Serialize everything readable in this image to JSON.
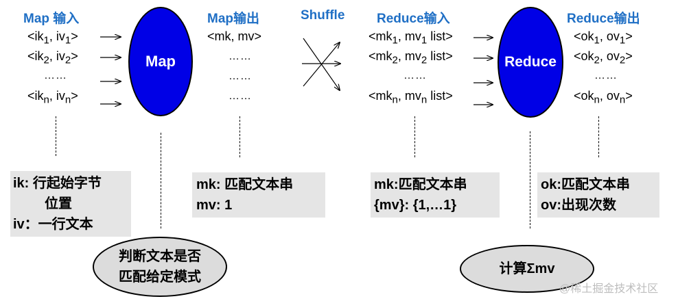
{
  "headers": {
    "map_input": "Map 输入",
    "map_output": "Map输出",
    "shuffle": "Shuffle",
    "reduce_input": "Reduce输入",
    "reduce_output": "Reduce输出"
  },
  "map_input_rows": [
    {
      "k": "ik",
      "ks": "1",
      "v": "iv",
      "vs": "1"
    },
    {
      "k": "ik",
      "ks": "2",
      "v": "iv",
      "vs": "2"
    },
    {
      "k": "ik",
      "ks": "n",
      "v": "iv",
      "vs": "n"
    }
  ],
  "map_output_row": "<mk, mv>",
  "reduce_input_rows": [
    {
      "k": "mk",
      "ks": "1",
      "v": "mv",
      "vs": "1",
      "tail": "list"
    },
    {
      "k": "mk",
      "ks": "2",
      "v": "mv",
      "vs": "2",
      "tail": "list"
    },
    {
      "k": "mk",
      "ks": "n",
      "v": "mv",
      "vs": "n",
      "tail": "list"
    }
  ],
  "reduce_output_rows": [
    {
      "k": "ok",
      "ks": "1",
      "v": "ov",
      "vs": "1"
    },
    {
      "k": "ok",
      "ks": "2",
      "v": "ov",
      "vs": "2"
    },
    {
      "k": "ok",
      "ks": "n",
      "v": "ov",
      "vs": "n"
    }
  ],
  "ellipsis": "……",
  "nodes": {
    "map": "Map",
    "reduce": "Reduce"
  },
  "boxes": {
    "map_input_lines": [
      "ik: 行起始字节",
      "位置",
      "iv：一行文本"
    ],
    "map_output_lines": [
      "mk: 匹配文本串",
      "mv: 1"
    ],
    "reduce_input_lines": [
      "mk:匹配文本串",
      "{mv}: {1,…1}"
    ],
    "reduce_output_lines": [
      "ok:匹配文本串",
      "ov:出现次数"
    ]
  },
  "ovals": {
    "map_note_lines": [
      "判断文本是否",
      "匹配给定模式"
    ],
    "reduce_note": "计算Σmv"
  },
  "watermark": "@稀土掘金技术社区"
}
